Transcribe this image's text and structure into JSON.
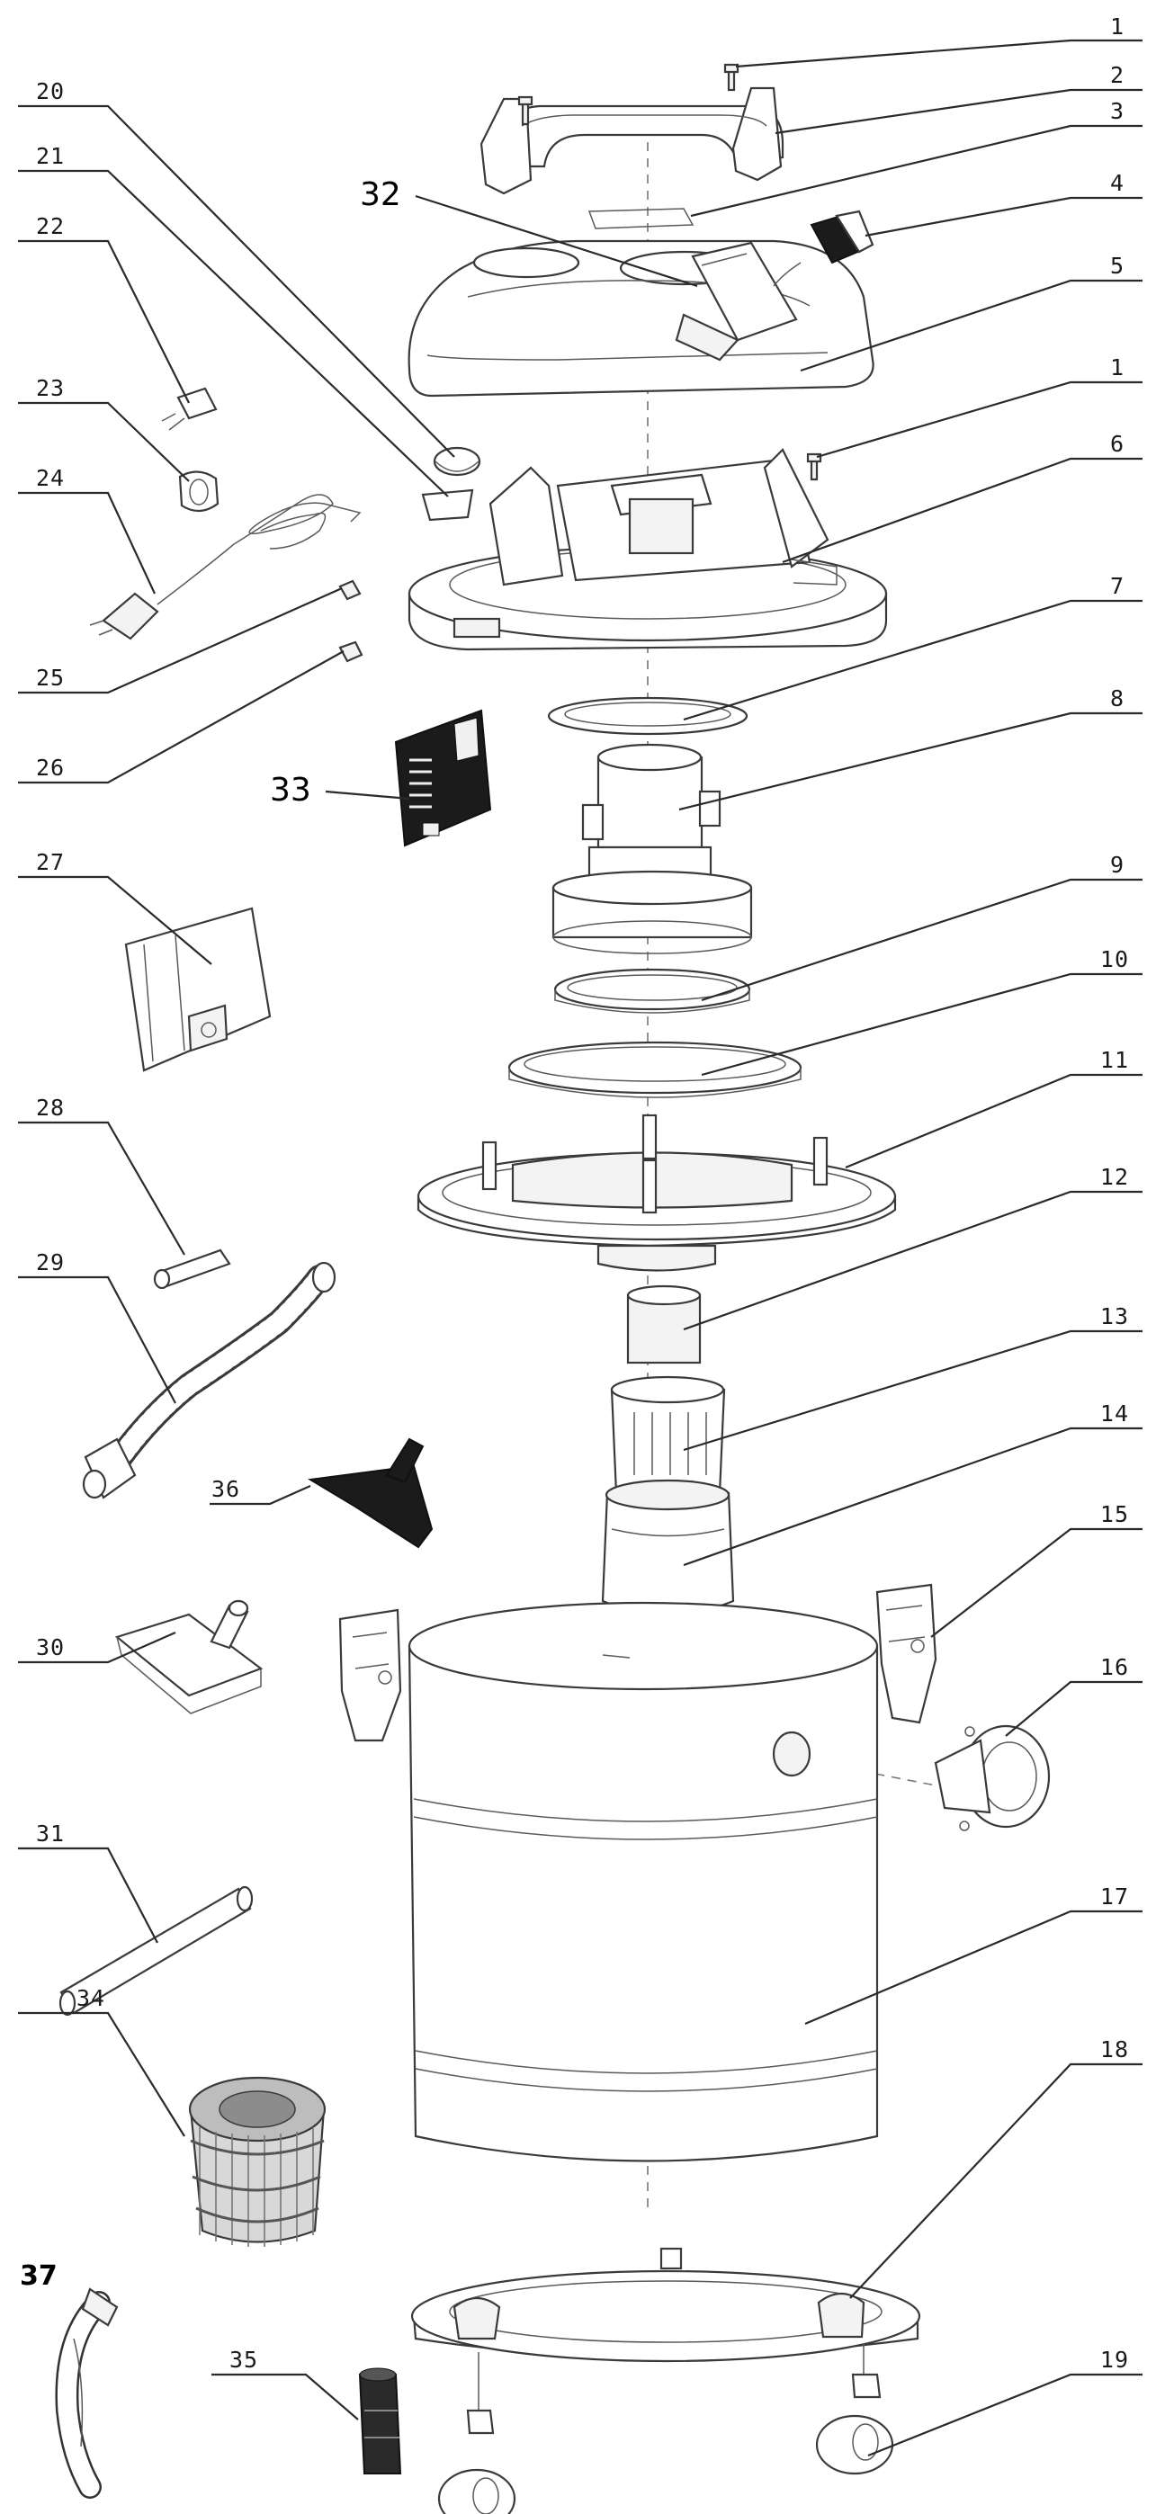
{
  "diagram": {
    "type": "exploded-parts-view",
    "callouts": [
      "1",
      "2",
      "3",
      "4",
      "5",
      "1",
      "6",
      "7",
      "8",
      "9",
      "10",
      "11",
      "12",
      "13",
      "14",
      "15",
      "16",
      "17",
      "18",
      "19",
      "20",
      "21",
      "22",
      "23",
      "24",
      "25",
      "26",
      "27",
      "28",
      "29",
      "30",
      "31",
      "32",
      "33",
      "34",
      "35",
      "36",
      "37"
    ]
  }
}
